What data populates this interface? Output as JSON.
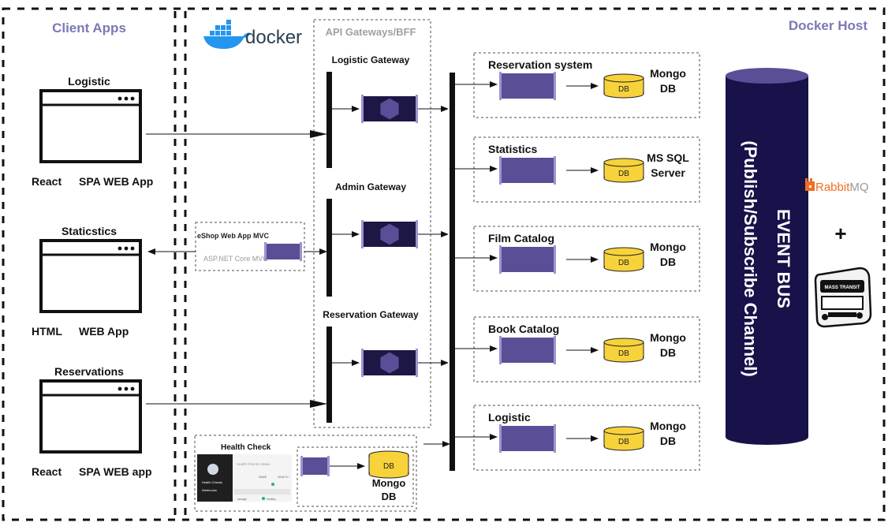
{
  "client_apps": {
    "title": "Client Apps",
    "apps": [
      {
        "name": "Logistic",
        "caption_left": "React",
        "caption_right": "SPA WEB App"
      },
      {
        "name": "Staticstics",
        "caption_left": "HTML",
        "caption_right": "WEB App"
      },
      {
        "name": "Reservations",
        "caption_left": "React",
        "caption_right": "SPA WEB app"
      }
    ]
  },
  "docker_host": {
    "title": "Docker Host",
    "docker_logo_text": "docker",
    "gateways_title": "API Gateways/BFF",
    "gateways": [
      "Logistic Gateway",
      "Admin Gateway",
      "Reservation Gateway"
    ],
    "mvc": {
      "title": "eShop Web App MVC",
      "subtitle": "ASP.NET Core MVC"
    },
    "health_check": {
      "title": "Health Check",
      "db_label": "DB",
      "db_name_1": "Mongo",
      "db_name_2": "DB",
      "screenshot": {
        "header": "Health Checks status",
        "menu_1": "Health Checks",
        "menu_2": "Webhooks",
        "col_name": "NAME",
        "col_health": "HEALTH",
        "row_name": "storage",
        "row_status": "Healthy"
      }
    },
    "services": [
      {
        "name": "Reservation system",
        "db_line1": "Mongo",
        "db_line2": "DB"
      },
      {
        "name": "Statistics",
        "db_line1": "MS SQL",
        "db_line2": "Server"
      },
      {
        "name": "Film Catalog",
        "db_line1": "Mongo",
        "db_line2": "DB"
      },
      {
        "name": "Book Catalog",
        "db_line1": "Mongo",
        "db_line2": "DB"
      },
      {
        "name": "Logistic",
        "db_line1": "Mongo",
        "db_line2": "DB"
      }
    ],
    "db_label": "DB",
    "event_bus": {
      "line1": "EVENT BUS",
      "line2": "(Publish/Subscribe Channel)"
    },
    "rabbitmq": {
      "part1": "Rabbit",
      "part2": "MQ"
    },
    "plus": "+",
    "masstransit_text": "MASS TRANSIT"
  },
  "colors": {
    "accent_purple": "#7b78b6",
    "service_purple": "#5a4f96",
    "gateway_navy": "#1d1746",
    "db_yellow": "#f7d23b",
    "event_bus_navy": "#17124a",
    "rabbit_orange": "#f36c21",
    "docker_blue": "#2496ed"
  }
}
